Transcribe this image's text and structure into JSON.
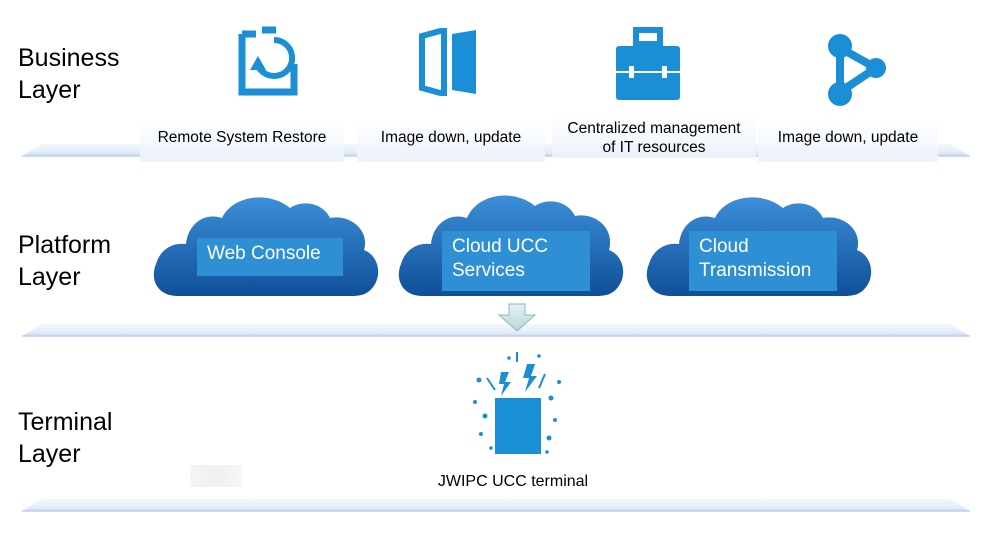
{
  "layers": {
    "business": {
      "line1": "Business",
      "line2": "Layer"
    },
    "platform": {
      "line1": "Platform",
      "line2": "Layer"
    },
    "terminal": {
      "line1": "Terminal",
      "line2": "Layer"
    }
  },
  "business_items": [
    {
      "label": "Remote System Restore",
      "icon": "restore-icon"
    },
    {
      "label": "Image down, update",
      "icon": "split-panel-icon"
    },
    {
      "label_line1": "Centralized management",
      "label_line2": "of IT resources",
      "icon": "briefcase-icon"
    },
    {
      "label": "Image down, update",
      "icon": "share-nodes-icon"
    }
  ],
  "platform_services": [
    {
      "line1": "Web Console",
      "line2": ""
    },
    {
      "line1": "Cloud UCC",
      "line2": "Services"
    },
    {
      "line1": "Cloud",
      "line2": "Transmission"
    }
  ],
  "terminal": {
    "label": "JWIPC UCC terminal",
    "icon": "terminal-box-icon"
  },
  "colors": {
    "icon_blue": "#1a8fd6",
    "cloud_blue": "#1e6fb8",
    "label_blue": "#2f8fd4",
    "shelf": "#dbe7f5"
  }
}
